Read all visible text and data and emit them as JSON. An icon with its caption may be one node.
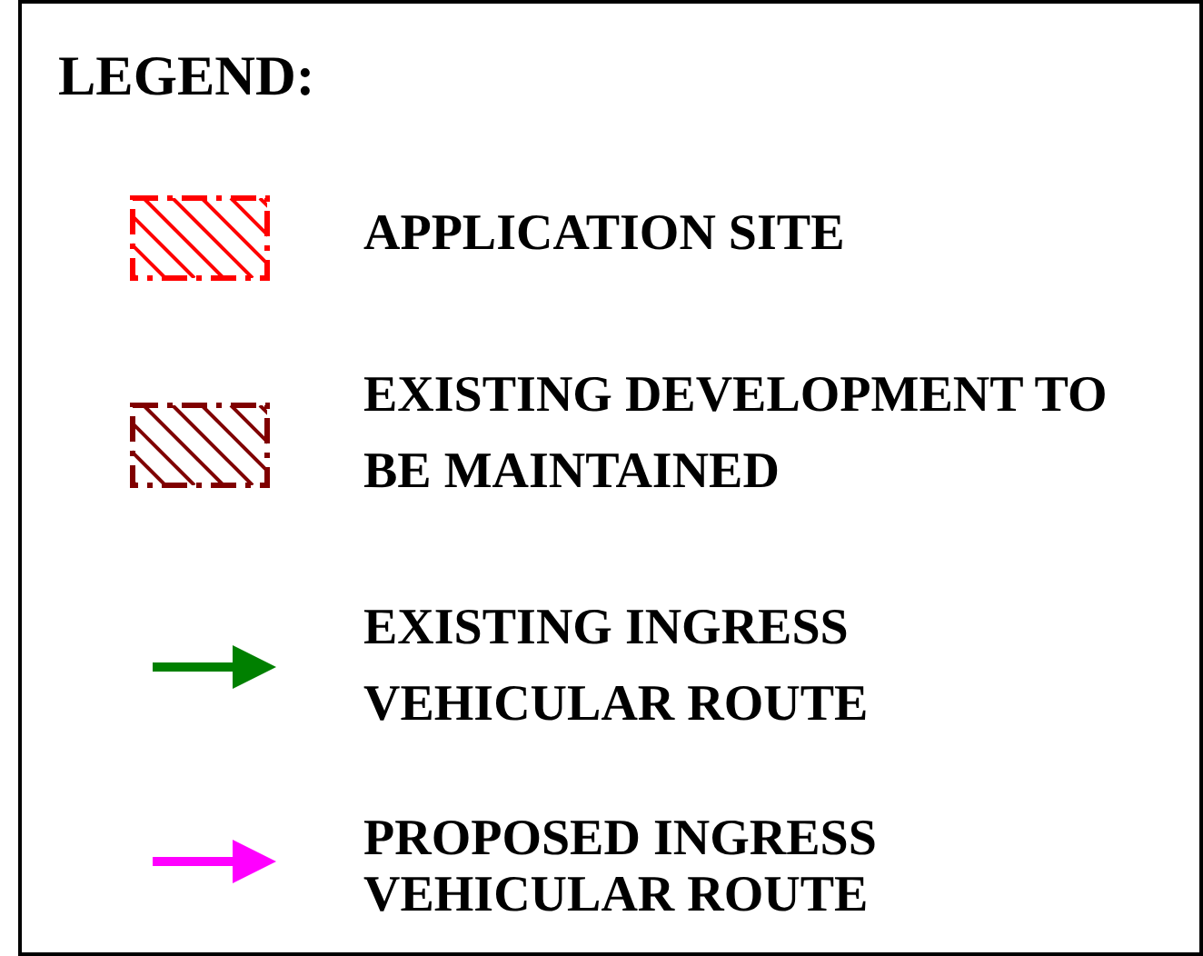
{
  "diagram": {
    "title": "LEGEND:",
    "legend": [
      {
        "text": "APPLICATION SITE"
      },
      {
        "text": "EXISTING DEVELOPMENT TO BE MAINTAINED"
      },
      {
        "text": "EXISTING INGRESS VEHICULAR ROUTE"
      },
      {
        "text": "PROPOSED INGRESS VEHICULAR ROUTE"
      }
    ]
  }
}
